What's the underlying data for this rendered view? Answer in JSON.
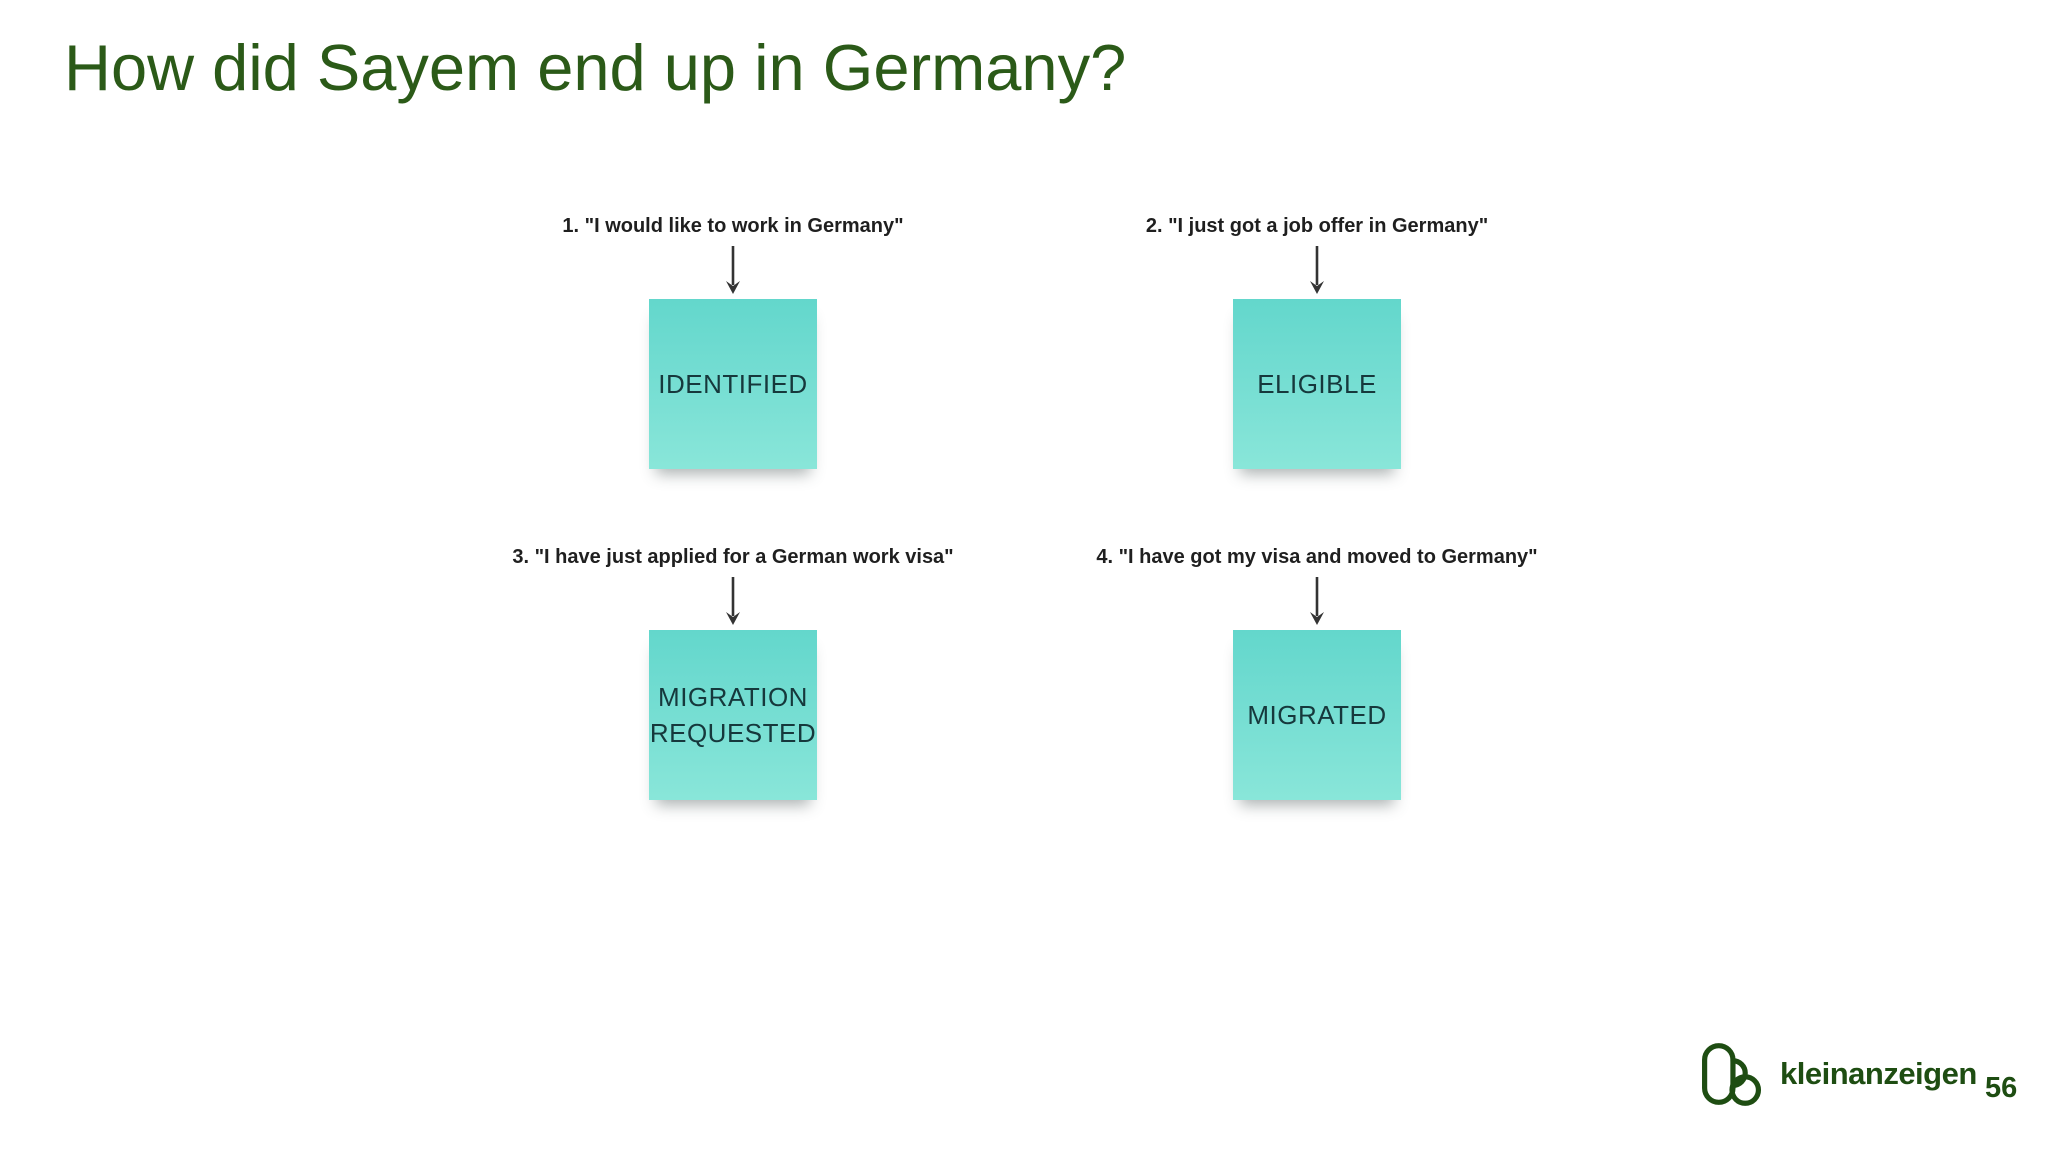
{
  "slide": {
    "title": "How did Sayem end up in Germany?",
    "page_number": "56"
  },
  "brand": {
    "name": "kleinanzeigen",
    "logo_icon": "kleinanzeigen-logo-icon"
  },
  "steps": [
    {
      "caption": "1. \"I would like to work in Germany\"",
      "note": "IDENTIFIED"
    },
    {
      "caption": "2. \"I just got a job offer in Germany\"",
      "note": "ELIGIBLE"
    },
    {
      "caption": "3. \"I have just applied for a German work visa\"",
      "note": "MIGRATION REQUESTED"
    },
    {
      "caption": "4. \"I have got my visa and moved to Germany\"",
      "note": "MIGRATED"
    }
  ],
  "colors": {
    "title_green": "#2b5a18",
    "logo_green": "#1e4d12",
    "note_teal_top": "#63d7cc",
    "note_teal_bottom": "#89e6d9",
    "note_text": "#16383c",
    "caption_text": "#1f1f1f",
    "arrow": "#333333",
    "background": "#ffffff"
  }
}
